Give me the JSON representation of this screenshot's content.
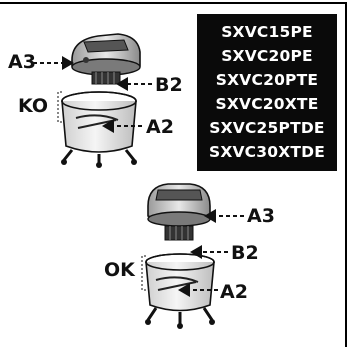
{
  "models": [
    "SXVC15PE",
    "SXVC20PE",
    "SXVC20PTE",
    "SXVC20XTE",
    "SXVC25PTDE",
    "SXVC30XTDE"
  ],
  "ko_section": {
    "status_label": "KO",
    "callout_a3": "A3",
    "callout_b2": "B2",
    "callout_a2": "A2"
  },
  "ok_section": {
    "status_label": "OK",
    "callout_a3": "A3",
    "callout_b2": "B2",
    "callout_a2": "A2"
  },
  "colors": {
    "ink": "#111111",
    "box_bg": "#0a0a0a",
    "box_text": "#ffffff",
    "body_grey": "#d8d8d8"
  }
}
